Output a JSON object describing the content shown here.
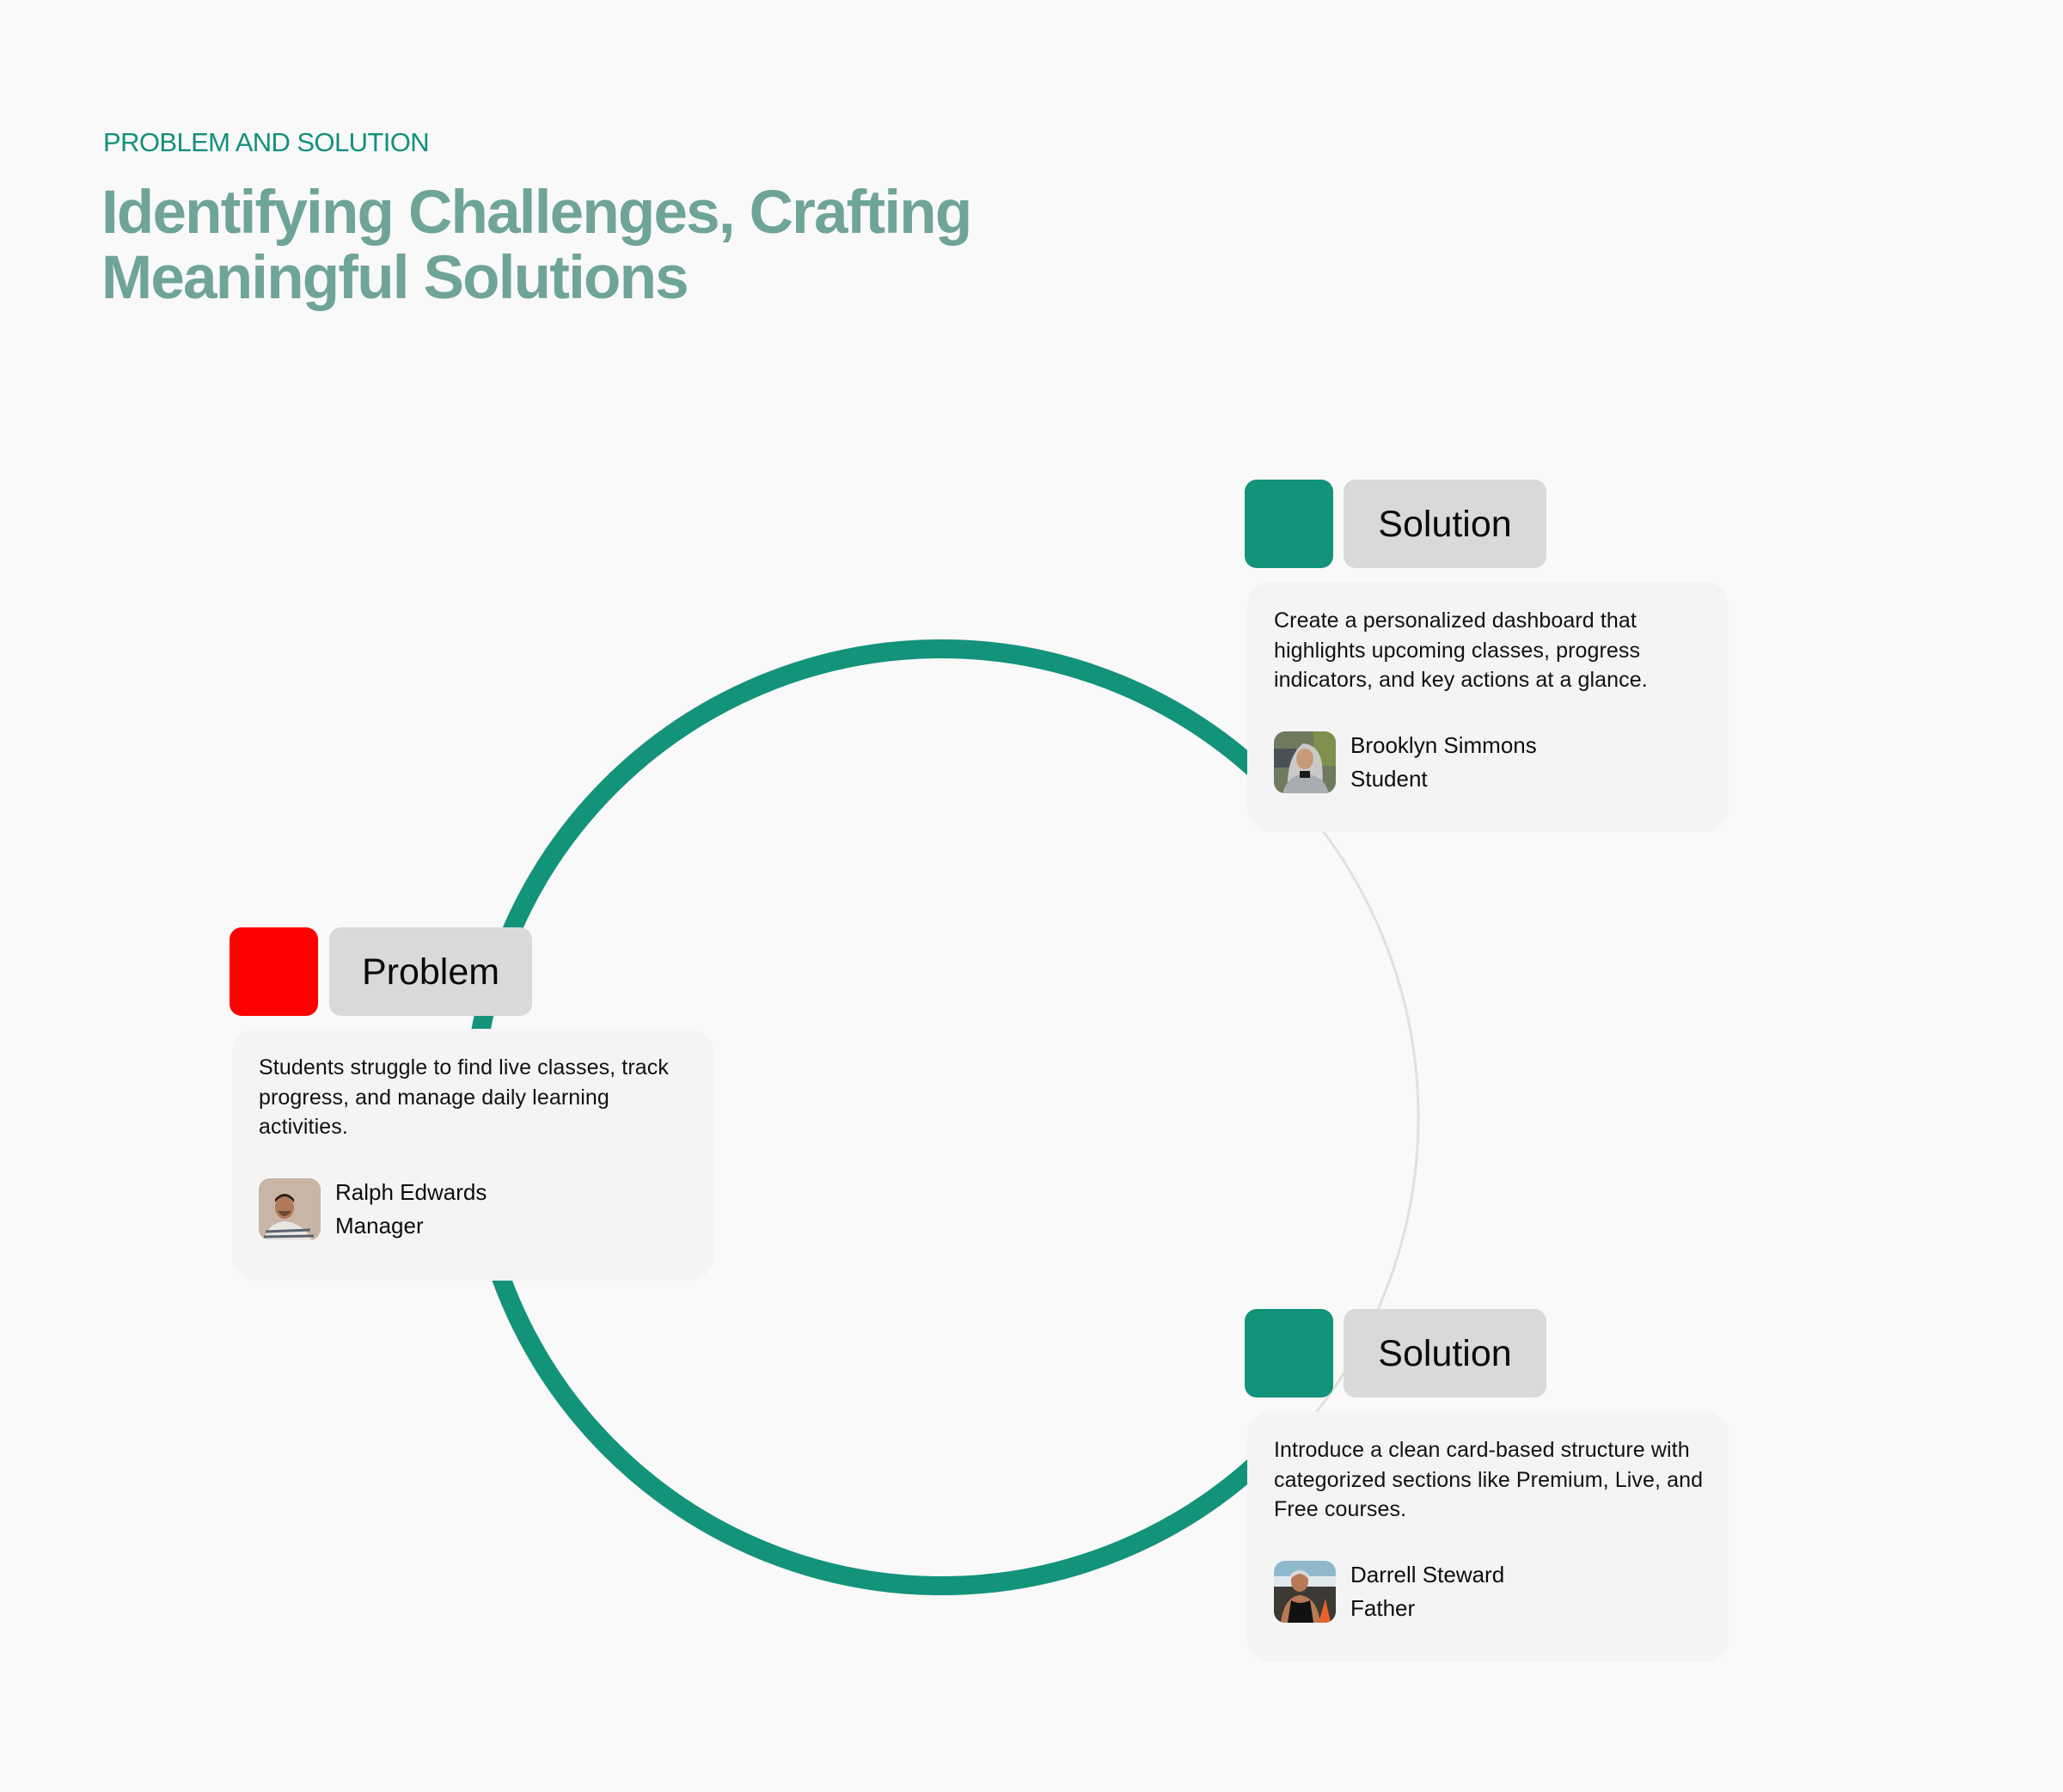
{
  "header": {
    "eyebrow": "PROBLEM AND SOLUTION",
    "title_line1": "Identifying Challenges, Crafting",
    "title_line2": "Meaningful Solutions"
  },
  "colors": {
    "background": "#f9f9f9",
    "eyebrow": "#13907a",
    "title": "#6fa498",
    "accent_green": "#12937a",
    "problem_red": "#ff0000",
    "label_bg": "#d9d9d9",
    "card_bg": "#f4f4f4",
    "ring_gray": "#e0e0e0"
  },
  "nodes": [
    {
      "type": "problem",
      "label": "Problem",
      "marker_color": "#ff0000",
      "description": "Students struggle to find live classes, track progress, and manage daily learning activities.",
      "person": {
        "name": "Ralph Edwards",
        "role": "Manager",
        "avatar": "avatar-man-smiling-beige"
      }
    },
    {
      "type": "solution",
      "label": "Solution",
      "marker_color": "#12937a",
      "description": "Create a personalized dashboard that highlights upcoming classes, progress indicators, and key actions at a glance.",
      "person": {
        "name": "Brooklyn Simmons",
        "role": "Student",
        "avatar": "avatar-woman-gray-hair"
      }
    },
    {
      "type": "solution",
      "label": "Solution",
      "marker_color": "#12937a",
      "description": "Introduce a clean card-based structure with categorized sections like Premium, Live, and Free courses.",
      "person": {
        "name": "Darrell Steward",
        "role": "Father",
        "avatar": "avatar-man-beach"
      }
    }
  ]
}
